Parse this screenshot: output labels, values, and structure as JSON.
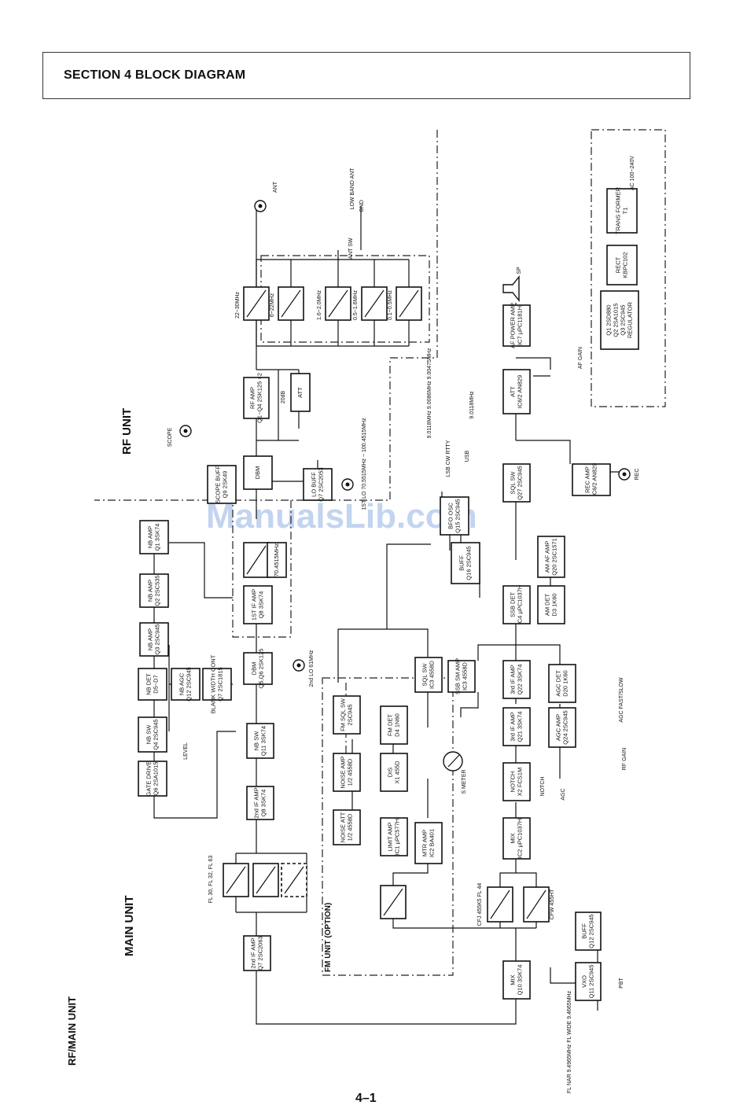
{
  "header": {
    "title": "SECTION 4  BLOCK DIAGRAM"
  },
  "page_number": "4–1",
  "unit_labels": {
    "rf_unit": "RF UNIT",
    "main_unit": "MAIN UNIT",
    "rf_main_unit": "RF/MAIN UNIT",
    "fm_unit": "FM UNIT (OPTION)"
  },
  "watermark": "ManualsLib.com",
  "blocks": {
    "rf_amp": [
      "RF AMP",
      "Q1~Q4 2SK125 ×2"
    ],
    "att_rf": [
      "ATT"
    ],
    "dbm": [
      "DBM"
    ],
    "lo_buff": [
      "LO BUFF",
      "Q7 2SC2053"
    ],
    "scope_buff": [
      "SCOPE BUFF",
      "Q9 2SK49"
    ],
    "filter_1st_if": [
      "70.4515MHz"
    ],
    "if_amp_1st": [
      "1ST IF AMP",
      "Q8 3SK74"
    ],
    "dbm2": [
      "DBM",
      "Q5,Q6 2SK125"
    ],
    "nb_sw": [
      "NB SW",
      "Q11 3SK74"
    ],
    "if_amp_2nd": [
      "2nd IF AMP",
      "Q8 3SK74"
    ],
    "nb_amp1": [
      "NB AMP",
      "Q1 3SK74"
    ],
    "nb_amp2": [
      "NB AMP",
      "Q2 2SC535"
    ],
    "nb_amp3": [
      "NB AMP",
      "Q3 2SC945"
    ],
    "nb_det": [
      "NB DET",
      "D5~D7"
    ],
    "nb_agc": [
      "NB AGC",
      "Q12 2SC945"
    ],
    "blank_width": [
      "BLANK WIDTH CONT",
      "Q7 2SC1815"
    ],
    "nb_sw2": [
      "NB SW",
      "Q4 2SC945"
    ],
    "gate_drive": [
      "GATE DRIVE",
      "Q6 2SA1015"
    ],
    "amp_2nd_if": [
      "2nd IF AMP",
      "Q7 2SC2063"
    ],
    "noise_att": [
      "NOISE ATT",
      "1/2 4558D"
    ],
    "noise_amp": [
      "NOISE AMP",
      "1/2 4558D"
    ],
    "fm_sql_sw": [
      "FM SQL SW",
      "2SC945"
    ],
    "limit_amp": [
      "LIMIT AMP",
      "IC1 μPC577H"
    ],
    "dis": [
      "DIS",
      "X1 455D"
    ],
    "fm_det": [
      "FM DET",
      "D4 1N60"
    ],
    "mtr_amp": [
      "MTR AMP",
      "IC2 BA401"
    ],
    "sql_sw_fm": [
      "SQL SW",
      "IC3 4558D"
    ],
    "ssb_sm_amp": [
      "SSB SM AMP",
      "IC3 4558D"
    ],
    "if_amp_3rd_a": [
      "3rd IF AMP",
      "Q22 3SK74"
    ],
    "if_amp_3rd_b": [
      "3rd IF AMP",
      "Q21 3SK74"
    ],
    "agc_det": [
      "AGC DET",
      "D20 1K60"
    ],
    "agc_amp": [
      "AGC AMP",
      "Q24 2SC945"
    ],
    "notch": [
      "NOTCH",
      "X2 FCS1M"
    ],
    "mix_ic2": [
      "MIX",
      "IC2 μPC1037H"
    ],
    "ssb_det": [
      "SSB DET",
      "IC4 μPC1037H"
    ],
    "am_det": [
      "AM DET",
      "D3 1K60"
    ],
    "am_af_amp": [
      "AM AF AMP",
      "Q20 2SC1571"
    ],
    "buff_q16": [
      "BUFF",
      "Q16 2SC945"
    ],
    "bfo_osc": [
      "BFO OSC",
      "Q15 2SC945"
    ],
    "sql_sw": [
      "SQL SW",
      "Q27 2SC945"
    ],
    "rec_amp": [
      "REC AMP",
      "IC6/2 AN829"
    ],
    "att_af": [
      "ATT",
      "IC6/2 AN829"
    ],
    "af_power_amp": [
      "AF POWER AMP",
      "IC7 μPC1181H"
    ],
    "mix_q10": [
      "MIX",
      "Q10 3SK74"
    ],
    "vxo": [
      "VXO",
      "Q11 2SC945"
    ],
    "buff_q12": [
      "BUFF",
      "Q12 2SC945"
    ],
    "trans_former": [
      "TRANS FORMER",
      "T1"
    ],
    "rectifier": [
      "RECT",
      "KBPC102"
    ],
    "regulator": [
      "Q1 2SD880",
      "Q2 2SA1015",
      "Q3 2SC945",
      "REGULATOR"
    ]
  },
  "labels": {
    "ant": "ANT",
    "lowband_ant": "LOW BAND ANT",
    "gnd": "GND",
    "ant_sw": "ANT SW",
    "bpf_22_30": "22~30MHz",
    "bpf_6_22": "6~22MHz",
    "bpf_1_6_2": "1.6~2.0MHz",
    "bpf_0_5": "0.5~1.6MHz",
    "bpf_0_1": "0.1~0.5MHz",
    "atten_20db": "20dB",
    "scope": "SCOPE",
    "first_lo": "1ST LO 70.5515MHz ~ 100.4515MHz",
    "second_lo": "2nd LO 61MHz",
    "level": "LEVEL",
    "s_meter": "S METER",
    "bfo_freqs": "9.0118MHz 9.0086MHz 9.00475MHz",
    "bfo_modes": "LSB CW RTTY",
    "usb": "USB",
    "bfo_usb_freq": "9.0118MHz",
    "sp": "SP",
    "af_gain": "AF GAIN",
    "rec": "REC",
    "agc_fast_slow": "AGC FAST/SLOW",
    "rf_gain": "RF GAIN",
    "notch": "NOTCH",
    "agc": "AGC",
    "pbt": "PBT",
    "vxo_freqs": "FL NAR 9.4965MHz  FL WIDE 9.4665MHz",
    "fl_filters": "FL 30, FL 32, FL 63",
    "cfj_filter": "CFJ 455K5 FL 44",
    "cfw_filter": "CFW 455HT",
    "ac_input": "AC 100~240V"
  }
}
